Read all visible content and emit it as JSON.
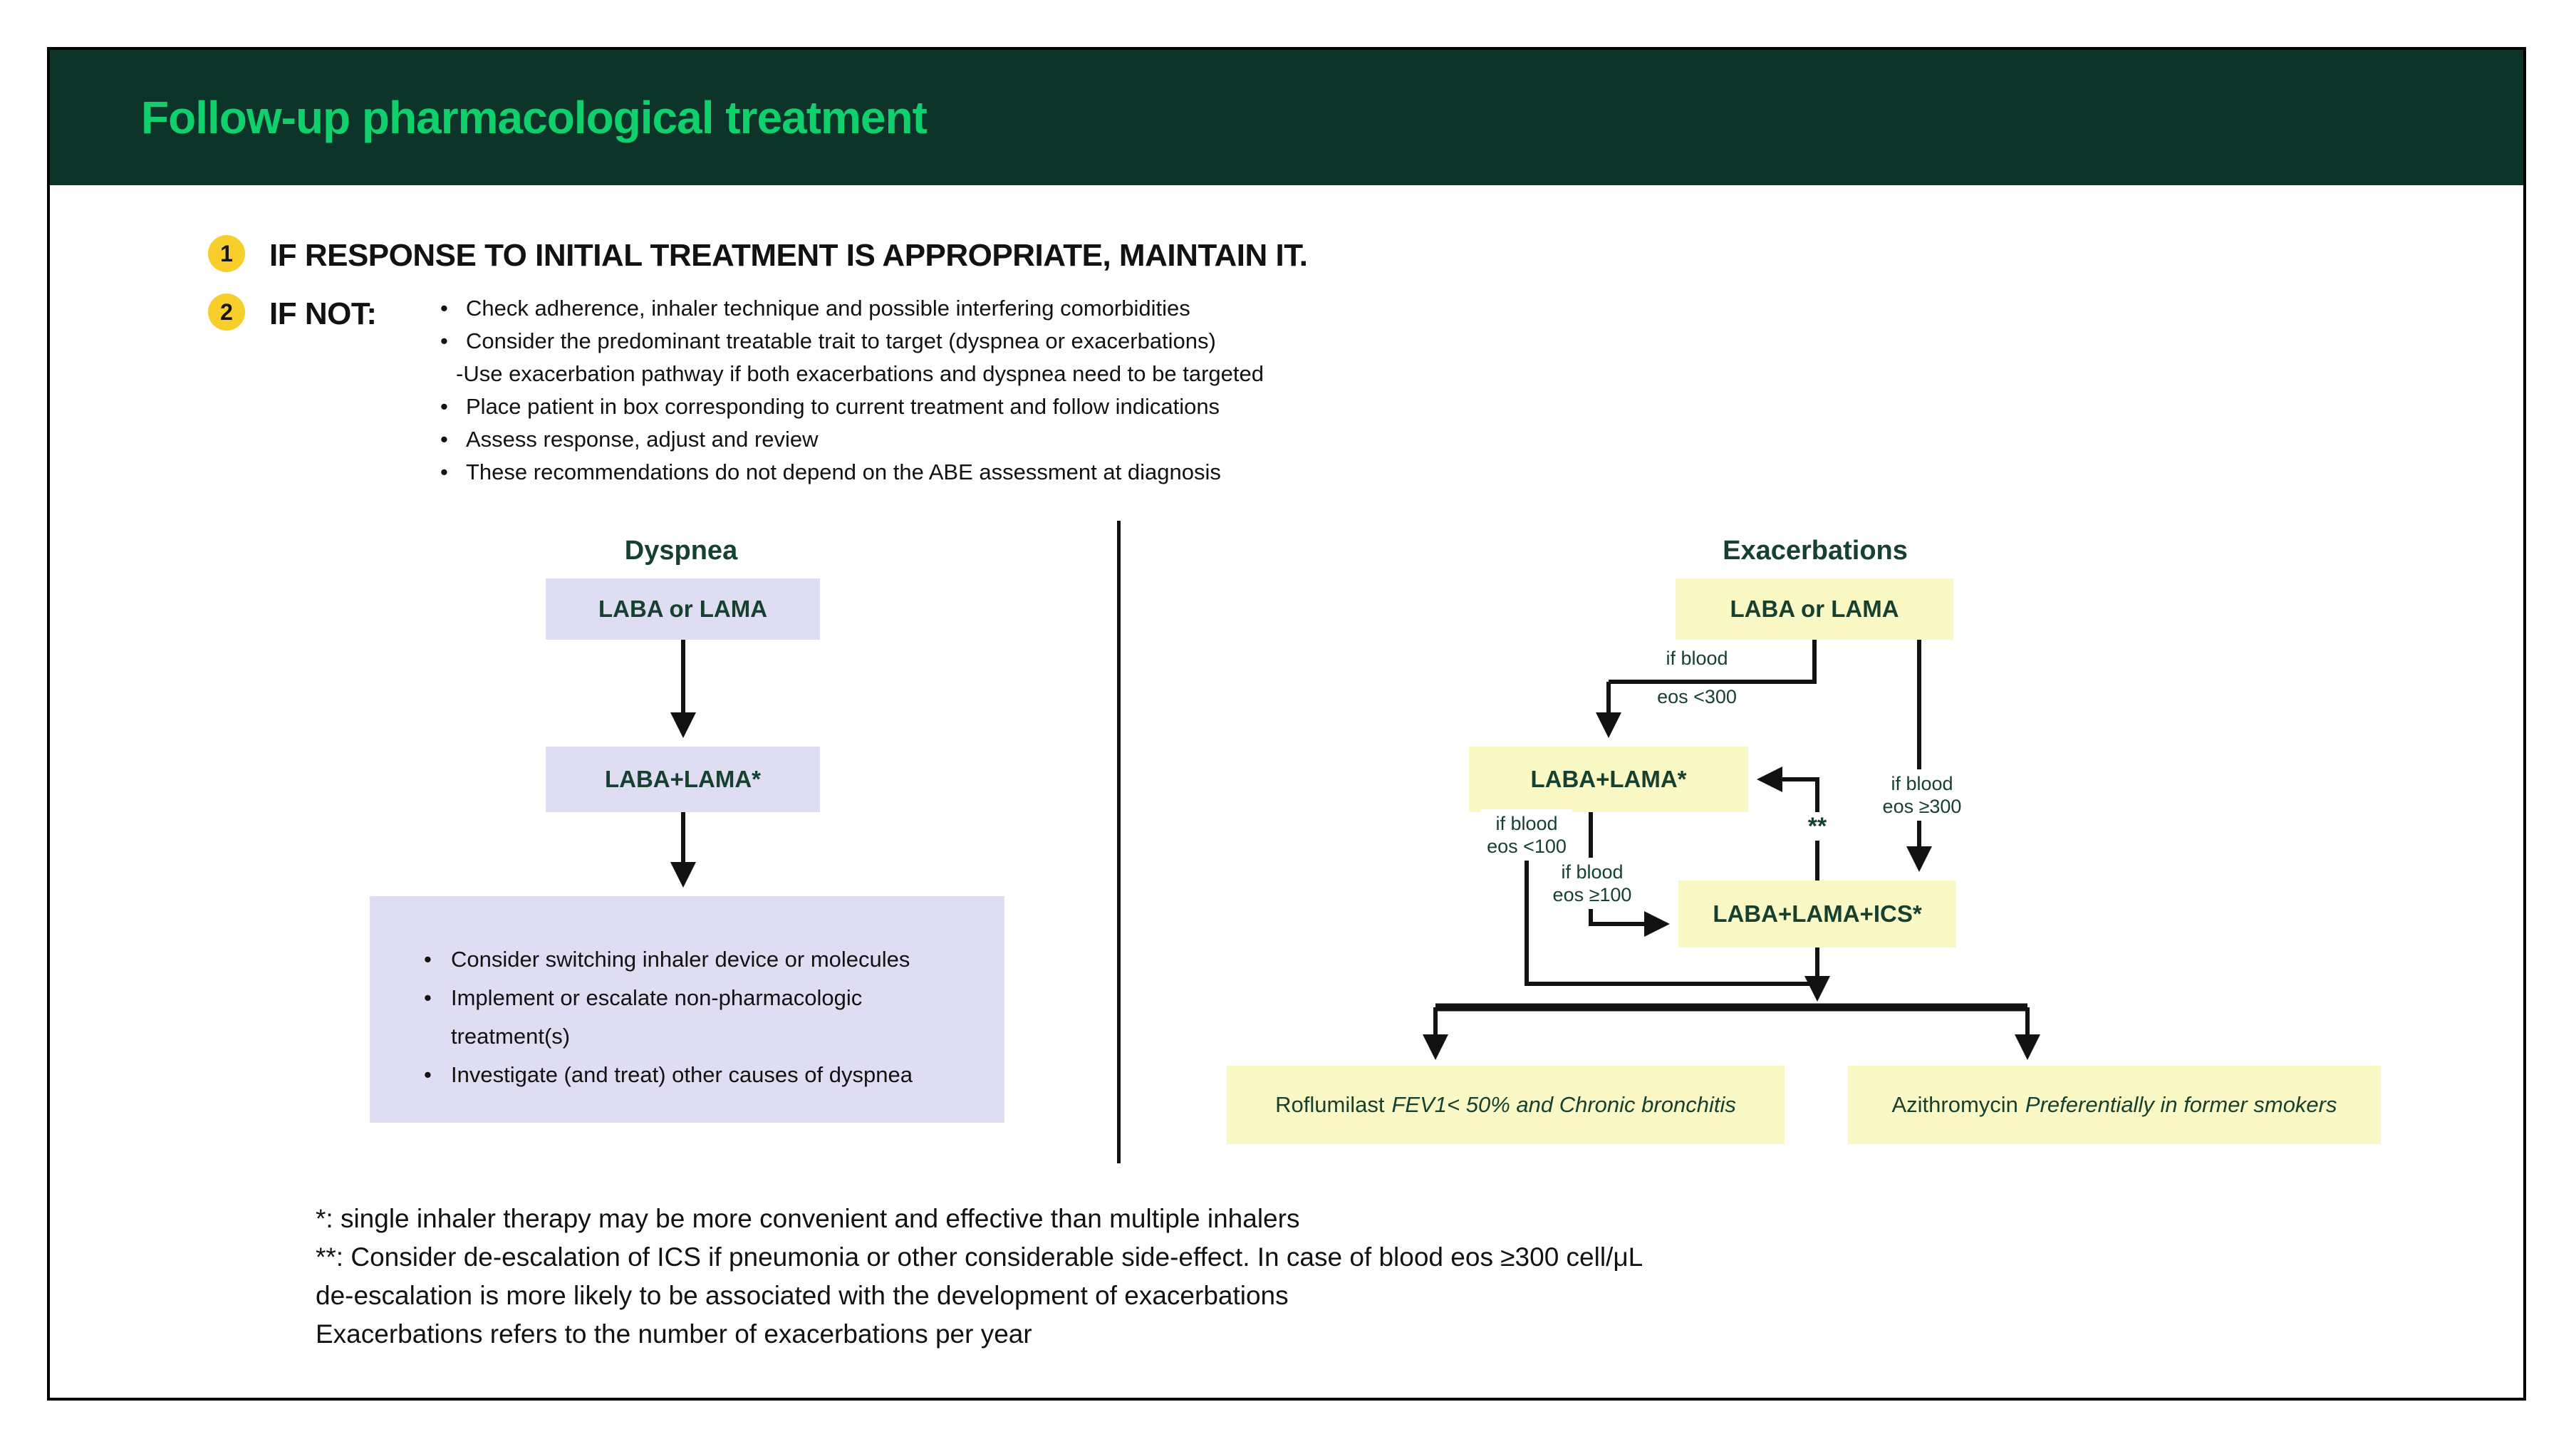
{
  "header": {
    "title": "Follow-up pharmacological treatment"
  },
  "steps": {
    "step1": {
      "number": "1",
      "text": "IF RESPONSE TO INITIAL TREATMENT IS APPROPRIATE, MAINTAIN IT."
    },
    "step2": {
      "number": "2",
      "label": "IF NOT:",
      "bullets": [
        "Check adherence, inhaler technique and possible interfering comorbidities",
        "Consider the predominant treatable trait to target (dyspnea or exacerbations)",
        "-Use exacerbation pathway if both exacerbations and dyspnea need to be targeted",
        "Place patient in box corresponding to current treatment and follow indications",
        "Assess response, adjust and review",
        "These recommendations do not depend on the ABE assessment at diagnosis"
      ]
    }
  },
  "dyspnea": {
    "heading": "Dyspnea",
    "box1": "LABA or LAMA",
    "box2": "LABA+LAMA*",
    "outcome_bullets": [
      "Consider switching inhaler device or molecules",
      "Implement or escalate non-pharmacologic treatment(s)",
      "Investigate (and treat) other causes of dyspnea"
    ]
  },
  "exacerbations": {
    "heading": "Exacerbations",
    "box1": "LABA or LAMA",
    "box2": "LABA+LAMA*",
    "box3": "LABA+LAMA+ICS*",
    "labels": {
      "eos_lt300": [
        "if blood",
        "eos <300"
      ],
      "eos_ge300": [
        "if blood",
        "eos ≥300"
      ],
      "eos_lt100": [
        "if blood",
        "eos <100"
      ],
      "eos_ge100": [
        "if blood",
        "eos ≥100"
      ],
      "double_star": "**"
    },
    "outcome_left": {
      "drug": "Roflumilast",
      "condition": "FEV1< 50% and Chronic bronchitis"
    },
    "outcome_right": {
      "drug": "Azithromycin",
      "condition": "Preferentially in former smokers"
    }
  },
  "footnotes": [
    "*: single inhaler therapy may be more convenient and effective than multiple inhalers",
    "**: Consider de-escalation of ICS if pneumonia or other considerable side-effect. In case of blood eos ≥300 cell/μL",
    "de-escalation is more likely to be associated with the development of exacerbations",
    "Exacerbations refers to the number of exacerbations per year"
  ],
  "colors": {
    "header_bg": "#0C3428",
    "title_green": "#10D06E",
    "badge_yellow": "#F7CE2B",
    "box_lavender": "#DEDDF1",
    "box_yellow": "#FAF9C5",
    "dark_green_text": "#16402F",
    "line_black": "#121212"
  }
}
